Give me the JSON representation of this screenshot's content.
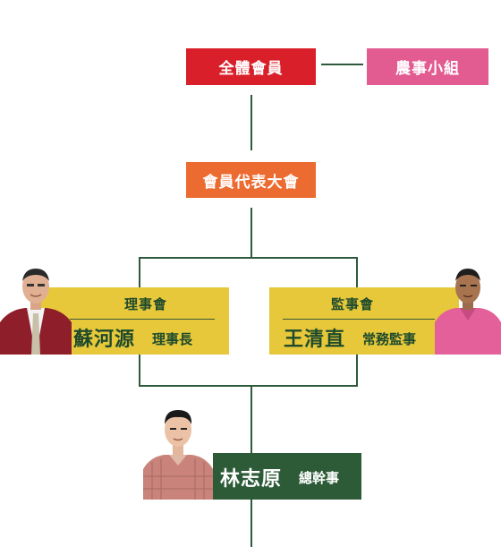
{
  "nodes": {
    "all_members": "全體會員",
    "farm_group": "農事小組",
    "assembly": "會員代表大會"
  },
  "board": {
    "title": "理事會",
    "name": "蘇河源",
    "role": "理事長"
  },
  "supervisors": {
    "title": "監事會",
    "name": "王清直",
    "role": "常務監事"
  },
  "secretary": {
    "name": "林志原",
    "role": "總幹事"
  },
  "colors": {
    "red": "#d9202a",
    "pink": "#e25c91",
    "orange": "#ec6b30",
    "yellow": "#e7c83a",
    "green": "#2d5b38",
    "line": "#2e5a3c"
  },
  "icons": [
    "person-photo-chairman",
    "person-photo-supervisor",
    "person-photo-secretary"
  ]
}
